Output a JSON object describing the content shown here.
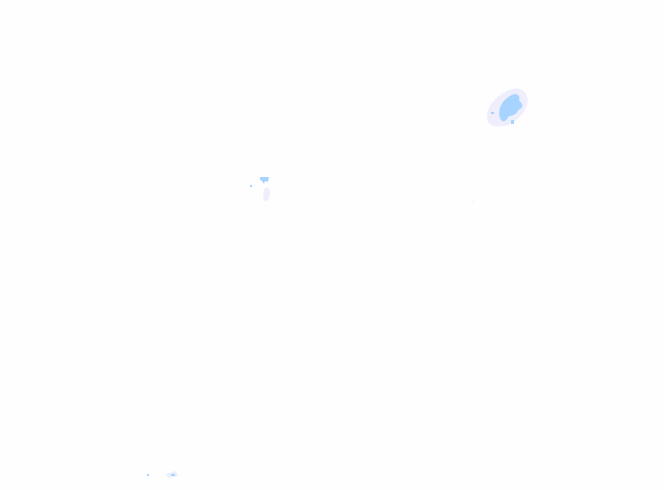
{
  "overlay": {
    "colors": {
      "light_precip": "#eeeefc",
      "moderate_precip": "#a6d4ff",
      "background": "#fefefe"
    },
    "cells": [
      {
        "name": "precip-cell-northeast",
        "intensity": "moderate"
      },
      {
        "name": "precip-cell-center",
        "intensity": "light"
      },
      {
        "name": "precip-cell-southwest",
        "intensity": "light"
      }
    ]
  }
}
